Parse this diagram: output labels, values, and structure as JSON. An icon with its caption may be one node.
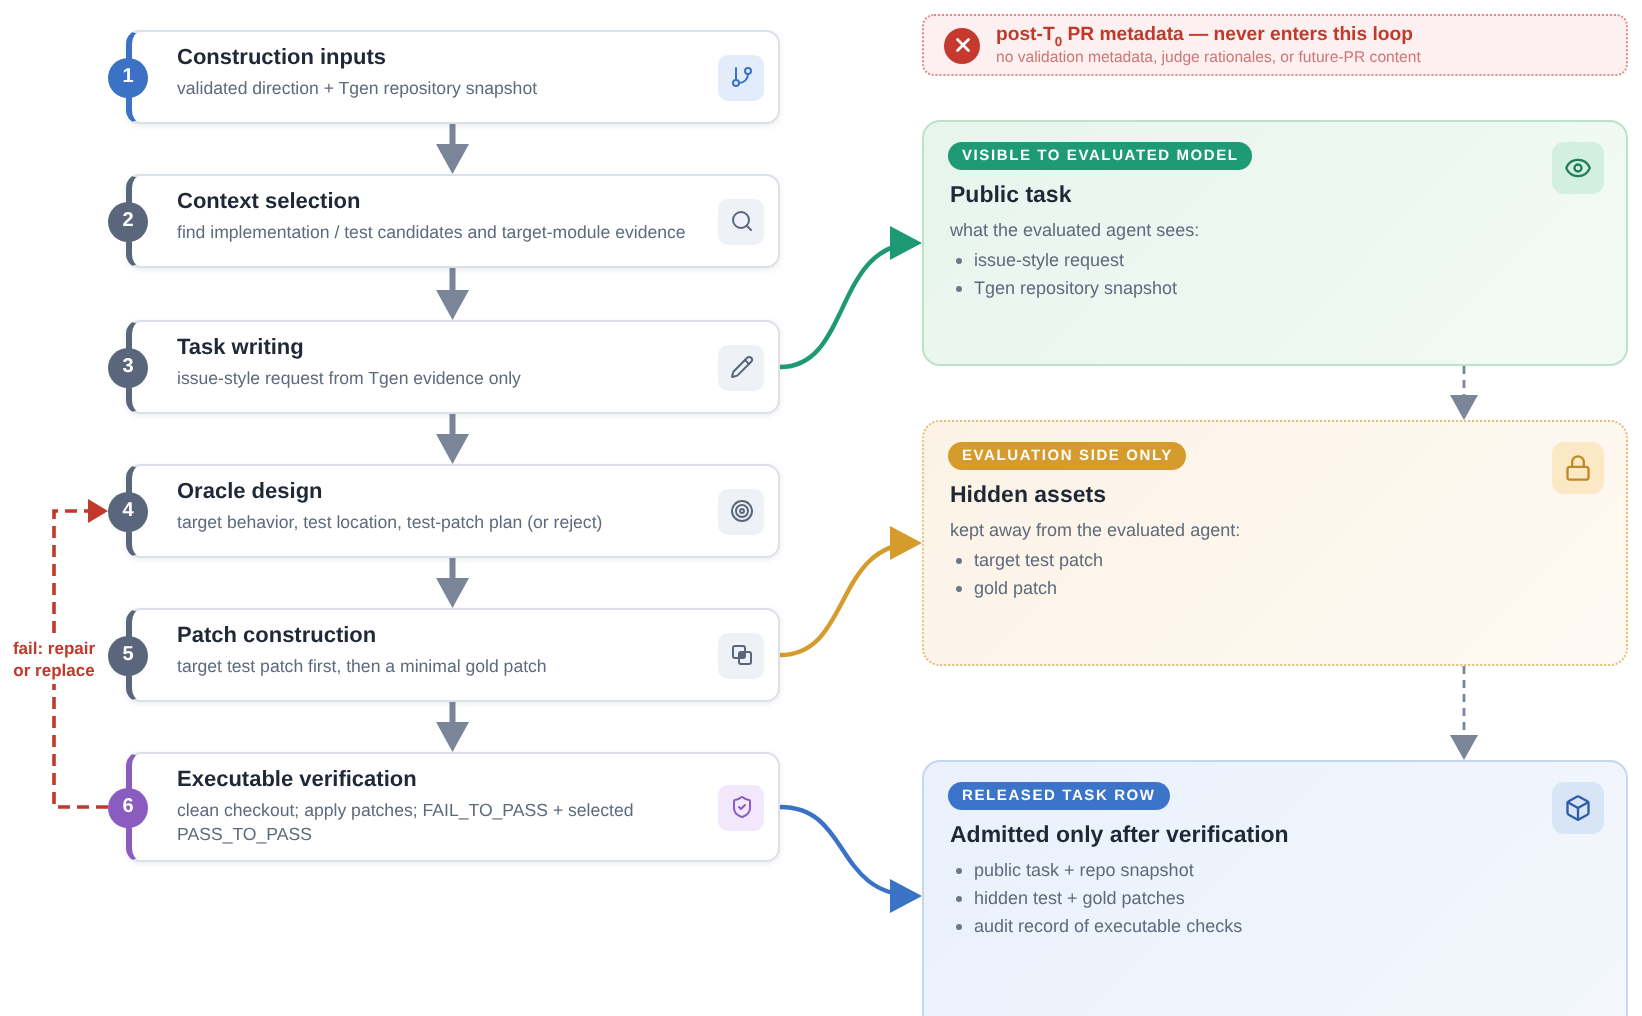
{
  "diagram": {
    "nodes": [
      {
        "text": [
          "1"
        ]
      },
      {
        "text": [
          "Construction inputs",
          "validated direction + Tgen repository snapshot"
        ]
      },
      {
        "text": [
          "2"
        ]
      },
      {
        "text": [
          "Context selection",
          "find implementation / test candidates and target-module evidence"
        ]
      },
      {
        "text": [
          "3"
        ]
      },
      {
        "text": [
          "Task writing",
          "issue-style request from Tgen evidence only"
        ]
      },
      {
        "text": [
          "4"
        ]
      },
      {
        "text": [
          "Oracle design",
          "target behavior, test location, test-patch plan (or reject)"
        ]
      },
      {
        "text": [
          "5"
        ]
      },
      {
        "text": [
          "Patch construction",
          "target test patch first, then a minimal gold patch"
        ]
      },
      {
        "text": [
          "6"
        ]
      },
      {
        "text": [
          "Executable verification",
          "clean checkout; apply patches; FAIL_TO_PASS + selected PASS_TO_PASS"
        ]
      },
      {
        "text": [
          "post-T$_{0}$ PR metadata — never enters this loop",
          "no validation metadata, judge rationales, or future-PR content"
        ]
      },
      {
        "text": [
          "Public task",
          "what the evaluated agent sees:",
          "issue-style request",
          "Tgen repository snapshot"
        ]
      },
      {
        "text": [
          "VISIBLE TO EVALUATED MODEL"
        ],
        "in": 13
      },
      {
        "text": [
          "Hidden assets",
          "kept away from the evaluated agent:",
          "target test patch",
          "gold patch"
        ]
      },
      {
        "text": [
          "EVALUATION SIDE ONLY"
        ],
        "in": 15
      },
      {
        "text": [
          "Admitted only after verification",
          "public task + repo snapshot",
          "hidden test + gold patches",
          "audit record of executable checks"
        ]
      },
      {
        "text": [
          "RELEASED TASK ROW"
        ],
        "in": 17
      }
    ],
    "edges": [
      {
        "from": 1,
        "to": 3,
        "arrow": "to"
      },
      {
        "from": 3,
        "to": 5,
        "arrow": "to"
      },
      {
        "from": 5,
        "to": 7,
        "arrow": "to"
      },
      {
        "from": 7,
        "to": 9,
        "arrow": "to"
      },
      {
        "from": 9,
        "to": 11,
        "arrow": "to"
      },
      {
        "from": 10,
        "to": 6,
        "arrow": "to",
        "label": "fail: repair or replace",
        "style": "dashed",
        "color": "#c0392b"
      },
      {
        "from": 5,
        "to": 13,
        "arrow": "to",
        "color": "#1d9a73"
      },
      {
        "from": 9,
        "to": 15,
        "arrow": "to",
        "color": "#d69b2d"
      },
      {
        "from": 11,
        "to": 17,
        "arrow": "to",
        "color": "#3a72c7"
      },
      {
        "from": 13,
        "to": 15,
        "arrow": "to",
        "style": "dashed"
      },
      {
        "from": 15,
        "to": 17,
        "arrow": "to",
        "style": "dashed"
      }
    ]
  }
}
